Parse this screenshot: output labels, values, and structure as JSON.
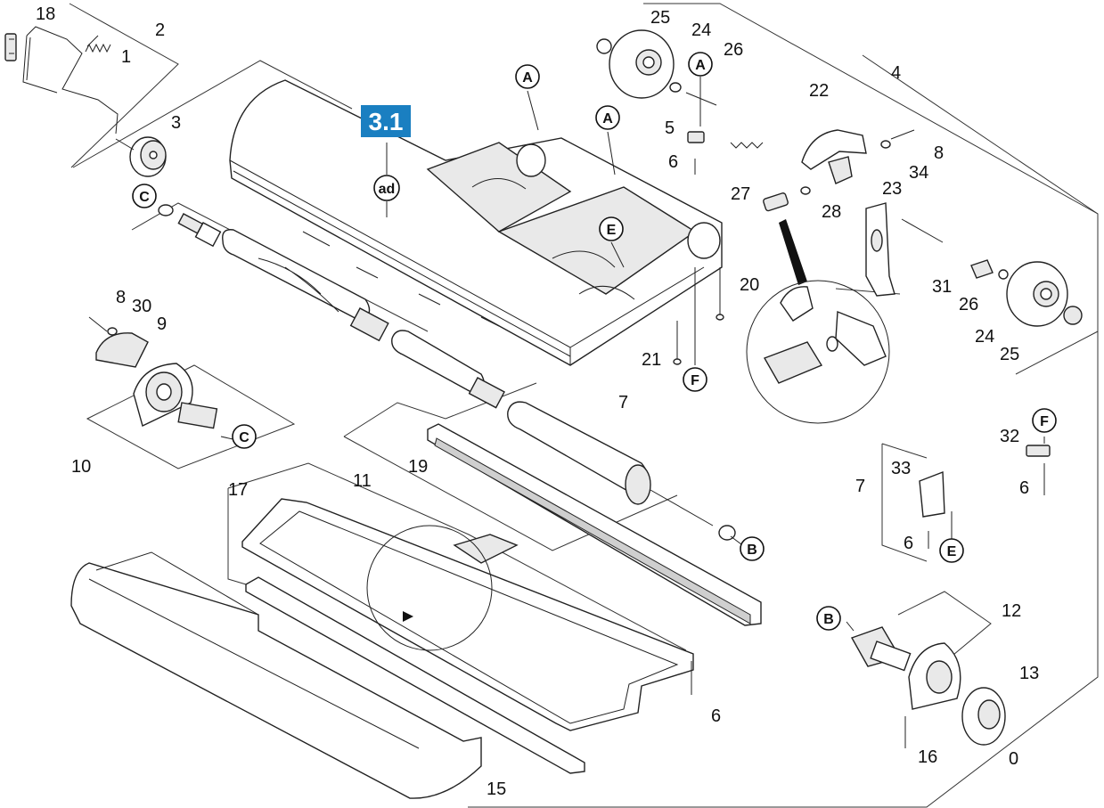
{
  "badge": {
    "label": "3.1",
    "color": "#1a7fc1"
  },
  "callouts": [
    {
      "id": "c18",
      "text": "18"
    },
    {
      "id": "c2",
      "text": "2"
    },
    {
      "id": "c1",
      "text": "1"
    },
    {
      "id": "c3",
      "text": "3"
    },
    {
      "id": "c25a",
      "text": "25"
    },
    {
      "id": "c24a",
      "text": "24"
    },
    {
      "id": "c26a",
      "text": "26"
    },
    {
      "id": "c4",
      "text": "4"
    },
    {
      "id": "c22",
      "text": "22"
    },
    {
      "id": "c5",
      "text": "5"
    },
    {
      "id": "c6a",
      "text": "6"
    },
    {
      "id": "c8a",
      "text": "8"
    },
    {
      "id": "c34",
      "text": "34"
    },
    {
      "id": "c23",
      "text": "23"
    },
    {
      "id": "c27",
      "text": "27"
    },
    {
      "id": "c28",
      "text": "28"
    },
    {
      "id": "c8b",
      "text": "8"
    },
    {
      "id": "c30",
      "text": "30"
    },
    {
      "id": "c9",
      "text": "9"
    },
    {
      "id": "c20",
      "text": "20"
    },
    {
      "id": "c31",
      "text": "31"
    },
    {
      "id": "c26b",
      "text": "26"
    },
    {
      "id": "c24b",
      "text": "24"
    },
    {
      "id": "c25b",
      "text": "25"
    },
    {
      "id": "c21",
      "text": "21"
    },
    {
      "id": "c7a",
      "text": "7"
    },
    {
      "id": "c10",
      "text": "10"
    },
    {
      "id": "c32",
      "text": "32"
    },
    {
      "id": "c6b",
      "text": "6"
    },
    {
      "id": "c7b",
      "text": "7"
    },
    {
      "id": "c33",
      "text": "33"
    },
    {
      "id": "c6c",
      "text": "6"
    },
    {
      "id": "c17",
      "text": "17"
    },
    {
      "id": "c11",
      "text": "11"
    },
    {
      "id": "c19",
      "text": "19"
    },
    {
      "id": "c12",
      "text": "12"
    },
    {
      "id": "c13",
      "text": "13"
    },
    {
      "id": "c6d",
      "text": "6"
    },
    {
      "id": "c16",
      "text": "16"
    },
    {
      "id": "c0",
      "text": "0"
    },
    {
      "id": "c15",
      "text": "15"
    }
  ],
  "refs": [
    {
      "id": "rA1",
      "text": "A"
    },
    {
      "id": "rA2",
      "text": "A"
    },
    {
      "id": "rA3",
      "text": "A"
    },
    {
      "id": "rad",
      "text": "ad"
    },
    {
      "id": "rC1",
      "text": "C"
    },
    {
      "id": "rE1",
      "text": "E"
    },
    {
      "id": "rF1",
      "text": "F"
    },
    {
      "id": "rC2",
      "text": "C"
    },
    {
      "id": "rF2",
      "text": "F"
    },
    {
      "id": "rB1",
      "text": "B"
    },
    {
      "id": "rE2",
      "text": "E"
    },
    {
      "id": "rB2",
      "text": "B"
    }
  ]
}
